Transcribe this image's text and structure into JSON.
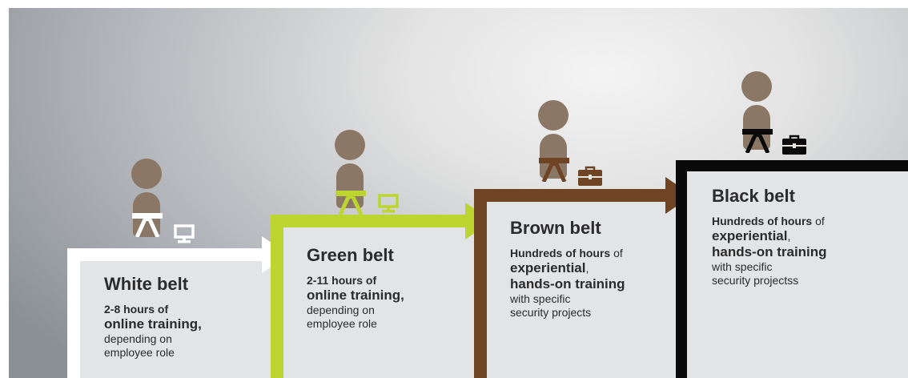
{
  "steps": [
    {
      "title": "White belt",
      "lines": [
        [
          {
            "t": "2-8 hours of",
            "s": "b"
          }
        ],
        [
          {
            "t": "online training,",
            "s": "big"
          }
        ],
        [
          {
            "t": "depending on",
            "s": ""
          }
        ],
        [
          {
            "t": "employee role",
            "s": ""
          }
        ]
      ],
      "color": "#ffffff",
      "icon": "monitor-icon"
    },
    {
      "title": "Green belt",
      "lines": [
        [
          {
            "t": "2-11 hours of",
            "s": "b"
          }
        ],
        [
          {
            "t": "online training,",
            "s": "big"
          }
        ],
        [
          {
            "t": "depending on",
            "s": ""
          }
        ],
        [
          {
            "t": "employee role",
            "s": ""
          }
        ]
      ],
      "color": "#bcd531",
      "icon": "monitor-icon"
    },
    {
      "title": "Brown belt",
      "lines": [
        [
          {
            "t": "Hundreds of hours",
            "s": "b"
          },
          {
            "t": " of",
            "s": ""
          }
        ],
        [
          {
            "t": "experiential",
            "s": "big"
          },
          {
            "t": ",",
            "s": ""
          }
        ],
        [
          {
            "t": "hands-on training",
            "s": "big"
          }
        ],
        [
          {
            "t": "with specific",
            "s": ""
          }
        ],
        [
          {
            "t": "security projects",
            "s": ""
          }
        ]
      ],
      "color": "#6e4424",
      "icon": "briefcase-icon"
    },
    {
      "title": "Black belt",
      "lines": [
        [
          {
            "t": "Hundreds of hours",
            "s": "b"
          },
          {
            "t": " of",
            "s": ""
          }
        ],
        [
          {
            "t": "experiential",
            "s": "big"
          },
          {
            "t": ",",
            "s": ""
          }
        ],
        [
          {
            "t": "hands-on training",
            "s": "big"
          }
        ],
        [
          {
            "t": "with specific",
            "s": ""
          }
        ],
        [
          {
            "t": "security projectss",
            "s": ""
          }
        ]
      ],
      "color": "#0a0a0a",
      "icon": "briefcase-icon"
    }
  ]
}
